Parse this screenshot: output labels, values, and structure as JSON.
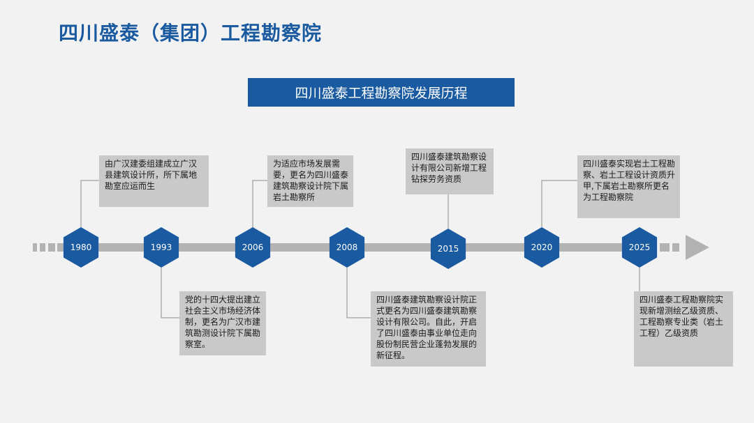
{
  "header": {
    "title": "四川盛泰（集团）工程勘察院"
  },
  "banner": {
    "title": "四川盛泰工程勘察院发展历程"
  },
  "timeline": {
    "colors": {
      "accent": "#1a5aa0",
      "axis": "#b3b3b3",
      "box": "#c9c9c9",
      "connector": "#8c8c8c"
    },
    "milestones": [
      {
        "year": "1980",
        "position": "above",
        "text": "由广汉建委组建成立广汉县建筑设计所，所下属地勘室应运而生"
      },
      {
        "year": "1993",
        "position": "below",
        "text": "党的十四大提出建立社会主义市场经济体制，更名为广汉市建筑勘测设计院下属勘察室。"
      },
      {
        "year": "2006",
        "position": "above",
        "text": "为适应市场发展需要，更名为四川盛泰建筑勘察设计院下属岩土勘察所"
      },
      {
        "year": "2008",
        "position": "below",
        "text": "四川盛泰建筑勘察设计院正式更名为四川盛泰建筑勘察设计有限公司。自此，开启了四川盛泰由事业单位走向股份制民营企业蓬勃发展的新征程。"
      },
      {
        "year": "2015",
        "position": "above",
        "text": "四川盛泰建筑勘察设计有限公司新增工程钻探劳务资质"
      },
      {
        "year": "2020",
        "position": "above",
        "text": "四川盛泰实现岩土工程勘察、岩土工程设计资质升甲,下属岩土勘察所更名为工程勘察院"
      },
      {
        "year": "2025",
        "position": "below",
        "text": "四川盛泰工程勘察院实现新增测绘乙级资质、工程勘察专业类（岩土工程）乙级资质"
      }
    ]
  }
}
